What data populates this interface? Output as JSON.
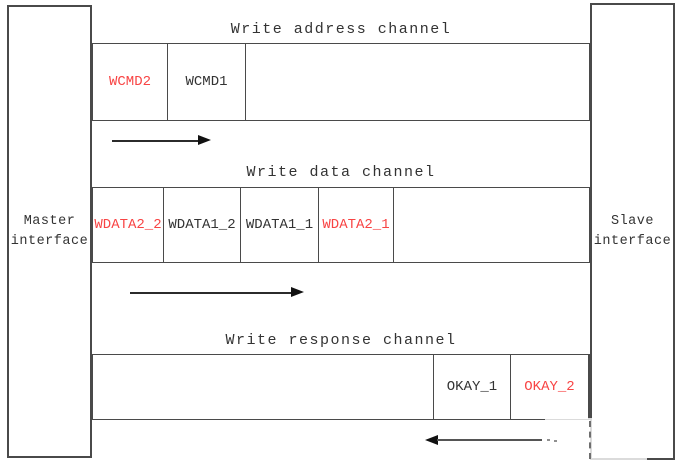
{
  "interfaces": {
    "master": {
      "line1": "Master",
      "line2": "interface"
    },
    "slave": {
      "line1": "Slave",
      "line2": "interface"
    }
  },
  "channels": [
    {
      "label": "Write address channel",
      "direction": "right",
      "cells": [
        {
          "label": "WCMD2",
          "highlight": true
        },
        {
          "label": "WCMD1",
          "highlight": false
        }
      ]
    },
    {
      "label": "Write data channel",
      "direction": "right",
      "cells": [
        {
          "label": "WDATA2_2",
          "highlight": true
        },
        {
          "label": "WDATA1_2",
          "highlight": false
        },
        {
          "label": "WDATA1_1",
          "highlight": false
        },
        {
          "label": "WDATA2_1",
          "highlight": true
        }
      ]
    },
    {
      "label": "Write response channel",
      "direction": "left",
      "cells": [
        {
          "label": "OKAY_1",
          "highlight": false
        },
        {
          "label": "OKAY_2",
          "highlight": true
        }
      ]
    }
  ],
  "colors": {
    "highlight_red": "#f84444",
    "text_dark": "#333333",
    "line_gray": "#4a4a4a"
  }
}
